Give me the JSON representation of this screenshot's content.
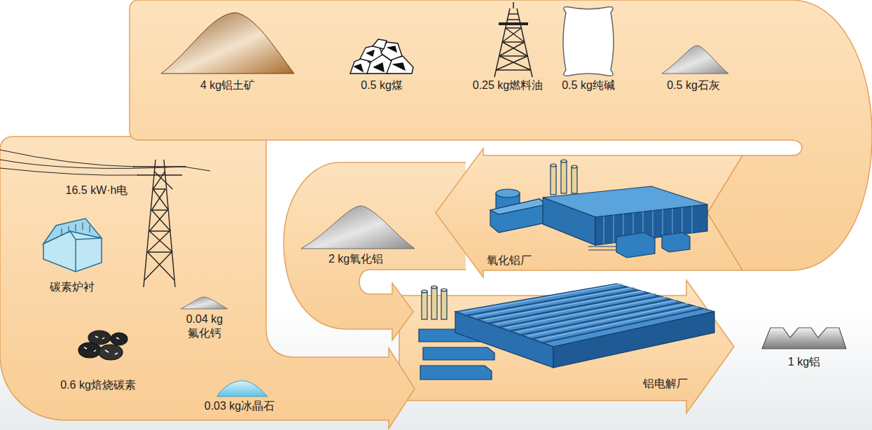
{
  "diagram": {
    "nodes": [
      {
        "text": [
          "4 kg铝土矿",
          "0.5 kg煤",
          "0.25 kg燃料油",
          "0.5 kg纯碱",
          "0.5 kg石灰"
        ]
      },
      {
        "text": [
          "氧化铝厂"
        ]
      },
      {
        "text": [
          "2 kg氧化铝"
        ]
      },
      {
        "text": [
          "16.5 kW·h电",
          "碳素炉衬",
          "0.04 kg 氟化钙",
          "0.6 kg焙烧碳素",
          "0.03 kg冰晶石"
        ]
      },
      {
        "text": [
          "铝电解厂"
        ]
      }
    ],
    "labels": [
      "1 kg铝"
    ]
  }
}
